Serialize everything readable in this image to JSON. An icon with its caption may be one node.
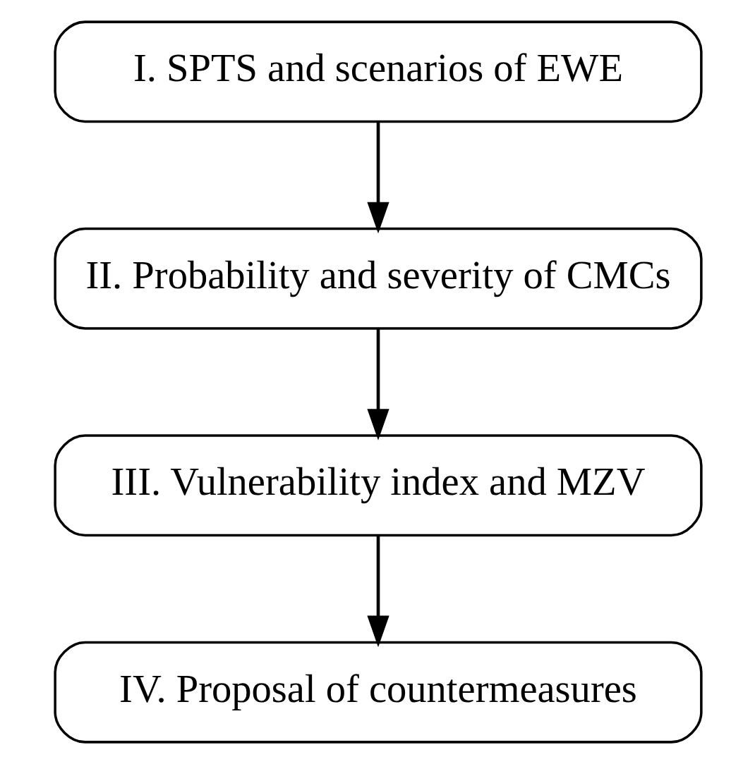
{
  "diagram": {
    "nodes": [
      {
        "text": [
          "I. SPTS and scenarios of EWE"
        ]
      },
      {
        "text": [
          "II. Probability and severity of CMCs"
        ]
      },
      {
        "text": [
          "III. Vulnerability index and MZV"
        ]
      },
      {
        "text": [
          "IV. Proposal of countermeasures"
        ]
      }
    ],
    "edges": [
      {
        "from": 0,
        "to": 1,
        "arrow": "to"
      },
      {
        "from": 1,
        "to": 2,
        "arrow": "to"
      },
      {
        "from": 2,
        "to": 3,
        "arrow": "to"
      }
    ]
  }
}
